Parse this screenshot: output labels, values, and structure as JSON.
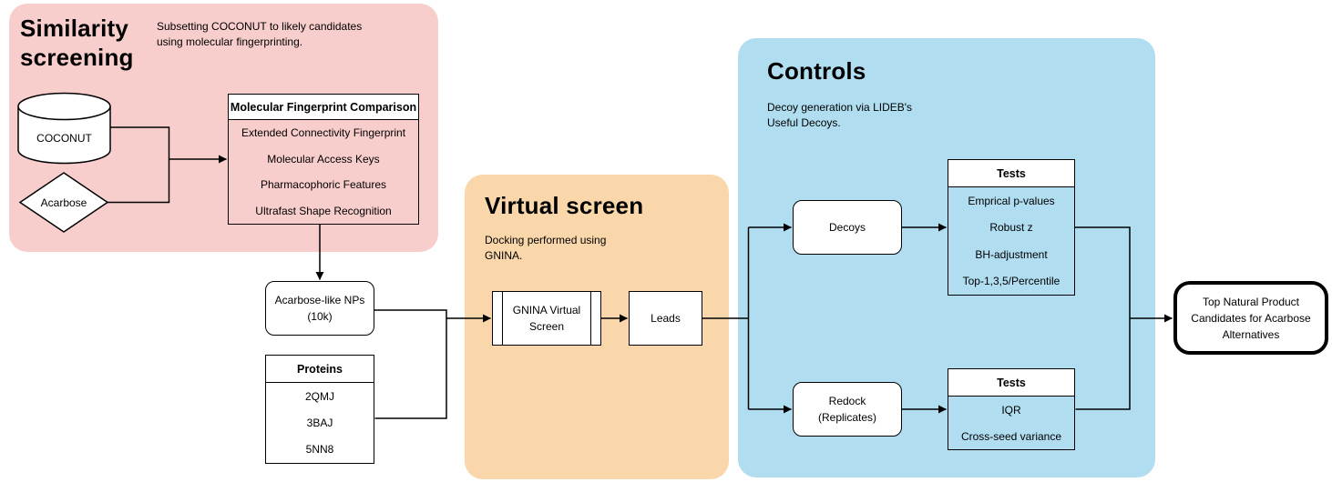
{
  "regions": {
    "similarity_screening": {
      "title": "Similarity\nscreening",
      "subtitle": "Subsetting COCONUT to likely candidates\nusing molecular fingerprinting.",
      "fill": "#f8cecc"
    },
    "virtual_screen": {
      "title": "Virtual screen",
      "subtitle": "Docking performed using\nGNINA.",
      "fill": "#f9d7ab"
    },
    "controls": {
      "title": "Controls",
      "subtitle": "Decoy generation via LIDEB's\nUseful Decoys.",
      "fill": "#b0ddf0"
    }
  },
  "nodes": {
    "coconut": {
      "label": "COCONUT",
      "shape": "database-cylinder"
    },
    "acarbose": {
      "label": "Acarbose",
      "shape": "decision-diamond"
    },
    "fingerprint_comparison": {
      "title": "Molecular Fingerprint Comparison",
      "items": [
        "Extended Connectivity Fingerprint",
        "Molecular Access Keys",
        "Pharmacophoric Features",
        "Ultrafast Shape Recognition"
      ]
    },
    "acarbose_like_nps": {
      "label": "Acarbose-like NPs\n(10k)"
    },
    "proteins": {
      "title": "Proteins",
      "items": [
        "2QMJ",
        "3BAJ",
        "5NN8"
      ]
    },
    "gnina_virtual_screen": {
      "label": "GNINA Virtual\nScreen",
      "shape": "predefined-process"
    },
    "leads": {
      "label": "Leads"
    },
    "decoys": {
      "label": "Decoys"
    },
    "tests_decoys": {
      "title": "Tests",
      "items": [
        "Emprical p-values",
        "Robust z",
        "BH-adjustment",
        "Top-1,3,5/Percentile"
      ]
    },
    "redock": {
      "label": "Redock\n(Replicates)"
    },
    "tests_redock": {
      "title": "Tests",
      "items": [
        "IQR",
        "Cross-seed variance"
      ]
    },
    "output": {
      "label": "Top Natural Product\nCandidates for Acarbose\nAlternatives"
    }
  },
  "colors": {
    "stroke": "#000000",
    "node_fill": "#ffffff",
    "background": "#ffffff"
  }
}
